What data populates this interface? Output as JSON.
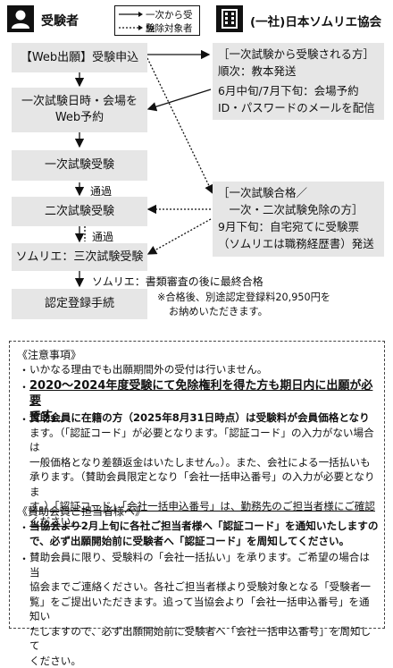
{
  "header": {
    "examinee_label": "受験者",
    "legend_solid": "一次から受験",
    "legend_dashed": "免除対象者",
    "association_label": "(一社)日本ソムリエ協会"
  },
  "flow": {
    "steps": [
      "【Web出願】受験申込",
      "一次試験日時・会場を\nWeb予約",
      "一次試験受験",
      "二次試験受験",
      "ソムリエ：三次試験受験",
      "認定登録手続"
    ],
    "pass_label_1": "通過",
    "pass_label_2": "通過",
    "after_third": "ソムリエ：書類審査の後に最終合格",
    "fee_note_line1": "※合格後、別途認定登録料20,950円を",
    "fee_note_line2": "お納めいただきます。"
  },
  "right": {
    "box1_lines": [
      "［一次試験から受験される方］",
      "順次：教本発送",
      "",
      "6月中旬/7月下旬：会場予約",
      "ID・パスワードのメールを配信"
    ],
    "box2_lines": [
      "［一次試験合格／",
      "　一次・二次試験免除の方］",
      "9月下旬：自宅宛てに受験票",
      "（ソムリエは職務経歴書）発送"
    ]
  },
  "notes": {
    "caution_title": "《注意事項》",
    "caution_items": [
      [
        "いかなる理由でも出願期間外の受付は行いません。"
      ],
      [
        "2020～2024年度受験にて免除権利を得た方も期日内に出願が必要",
        "です。"
      ],
      [
        "賛助会員に在籍の方（2025年8月31日時点）は受験料が会員価格となり",
        "ます。（「認証コード」が必要となります。「認証コード」の入力がない場合は",
        "一般価格となり差額返金はいたしません。）。また、会社による一括払いも",
        "承ります。（賛助会員限定となり「会社一括申込番号」の入力が必要となりま",
        "す。）「認証コード」「会社一括申込番号」は、勤務先のご担当者様にご確認",
        "ください。"
      ]
    ],
    "sponsor_title": "《賛助会員ご担当者様へ》",
    "sponsor_items": [
      [
        "当協会より2月上旬に各社ご担当者様へ「認証コード」を通知いたしますの",
        "で、必ず出願開始前に受験者へ「認証コード」を周知してください。"
      ],
      [
        "賛助会員に限り、受験料の「会社一括払い」を承ります。ご希望の場合は当",
        "協会までご連絡ください。各社ご担当者様より受験対象となる「受験者一",
        "覧」をご提出いただきます。追って当協会より「会社一括申込番号」を通知い",
        "たしますので、必ず出願開始前に受験者へ「会社一括申込番号」を周知して",
        "ください。"
      ]
    ]
  }
}
